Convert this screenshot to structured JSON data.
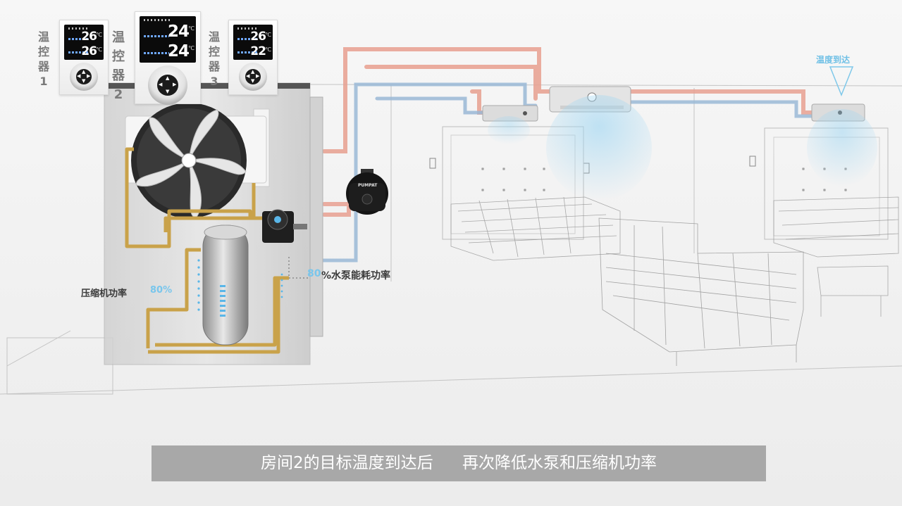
{
  "controllers": [
    {
      "label": "温\n控\n器\n1",
      "temp_top": "26",
      "temp_bottom": "26",
      "unit": "℃"
    },
    {
      "label": "温\n控\n器\n2",
      "temp_top": "24",
      "temp_bottom": "24",
      "unit": "℃"
    },
    {
      "label": "温\n控\n器\n3",
      "temp_top": "26",
      "temp_bottom": "22",
      "unit": "℃"
    }
  ],
  "labels": {
    "compressor_power": "压缩机功率",
    "compressor_pct": "80%",
    "pump_pct": "80",
    "pump_power": "%水泵能耗功率",
    "temp_reached": "温度到达",
    "pump_brand": "PUMPAT"
  },
  "caption": {
    "part1": "房间2的目标温度到达后",
    "part2": "再次降低水泵和压缩机功率"
  },
  "colors": {
    "hot_pipe": "#e8a090",
    "cold_pipe": "#9ab8d6",
    "gold_pipe": "#c9a24a",
    "accent_cyan": "#79c6ec",
    "caption_bg": "#a8a8a8"
  }
}
